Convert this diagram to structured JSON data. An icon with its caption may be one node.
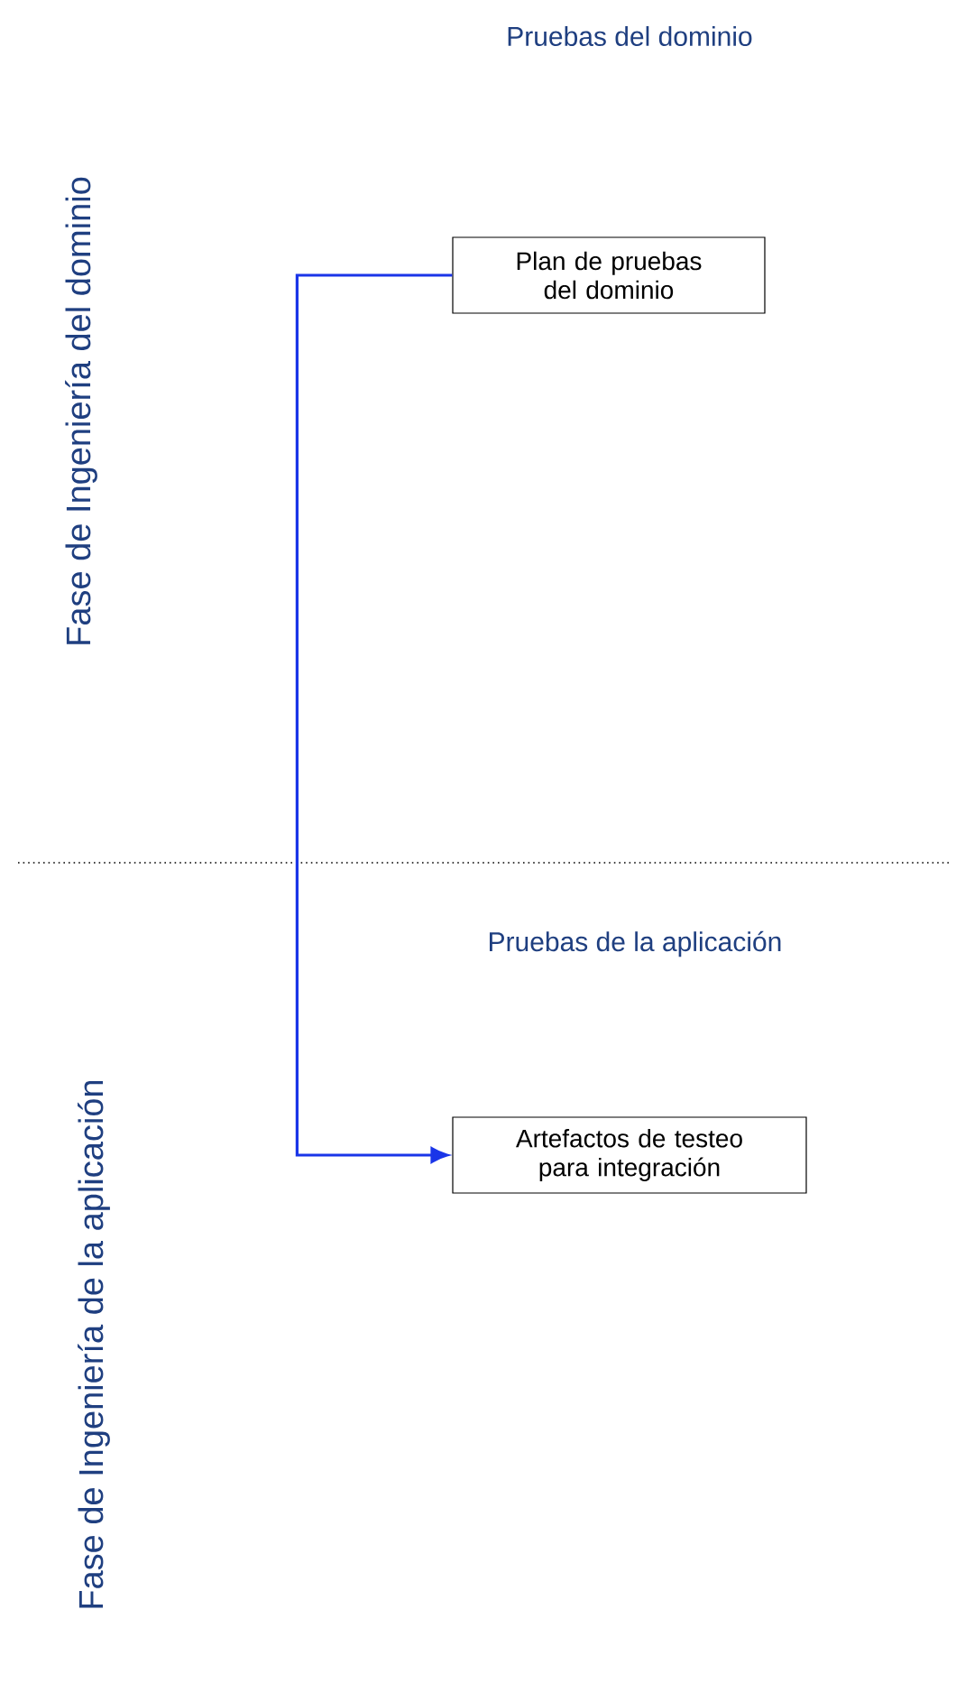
{
  "diagram": {
    "nodes": [
      {
        "text": [
          "Plan de pruebas del dominio"
        ]
      },
      {
        "text": [
          "Artefactos de testeo para integración"
        ]
      }
    ],
    "edges": [
      {
        "from": 0,
        "to": 1,
        "arrow": "to",
        "color": "#1a35e8"
      }
    ],
    "labels": [
      "Pruebas del dominio",
      "Fase de Ingeniería del dominio",
      "Pruebas de la aplicación",
      "Fase de Ingeniería de la aplicación"
    ]
  }
}
